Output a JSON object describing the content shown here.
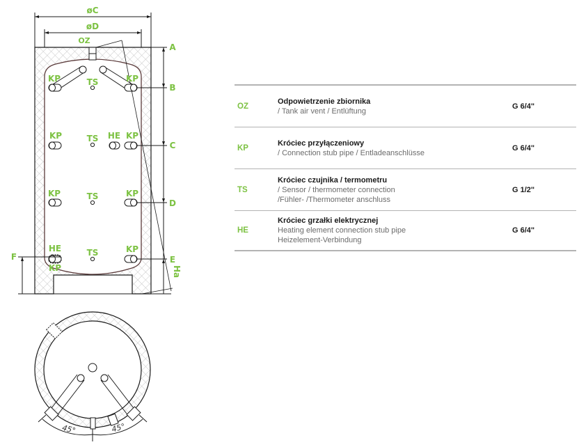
{
  "diagram": {
    "dimension_labels": {
      "outer_diameter": "øC",
      "inner_diameter": "øD",
      "height_A": "A",
      "height_B": "B",
      "height_C": "C",
      "height_D": "D",
      "height_E": "E",
      "height_F": "F",
      "tilt_height": "Ha"
    },
    "connection_labels": {
      "oz": "OZ",
      "kp": "KP",
      "ts": "TS",
      "he": "HE"
    },
    "angle_labels": [
      "45°",
      "45°"
    ]
  },
  "legend": {
    "rows": [
      {
        "code": "OZ",
        "name_pl": "Odpowietrzenie zbiornika",
        "lines": [
          "/ Tank air vent / Entlüftung"
        ],
        "size": "G 6/4\""
      },
      {
        "code": "KP",
        "name_pl": "Króciec przyłączeniowy",
        "lines": [
          "/ Connection stub pipe / Entladeanschlüsse"
        ],
        "size": "G 6/4\""
      },
      {
        "code": "TS",
        "name_pl": "Króciec czujnika / termometru",
        "lines": [
          "/ Sensor / thermometer connection",
          "/Fühler- /Thermometer anschluss"
        ],
        "size": "G 1/2\""
      },
      {
        "code": "HE",
        "name_pl": "Króciec grzałki elektrycznej",
        "lines": [
          "Heating element connection stub pipe",
          "Heizelement-Verbindung"
        ],
        "size": "G 6/4\""
      }
    ]
  },
  "colors": {
    "accent_green": "#7dc243",
    "line": "#1a1a1a",
    "tank_outline": "#5a3a3a",
    "hatch": "#c9c9c9",
    "divider": "#b3b3b3"
  }
}
